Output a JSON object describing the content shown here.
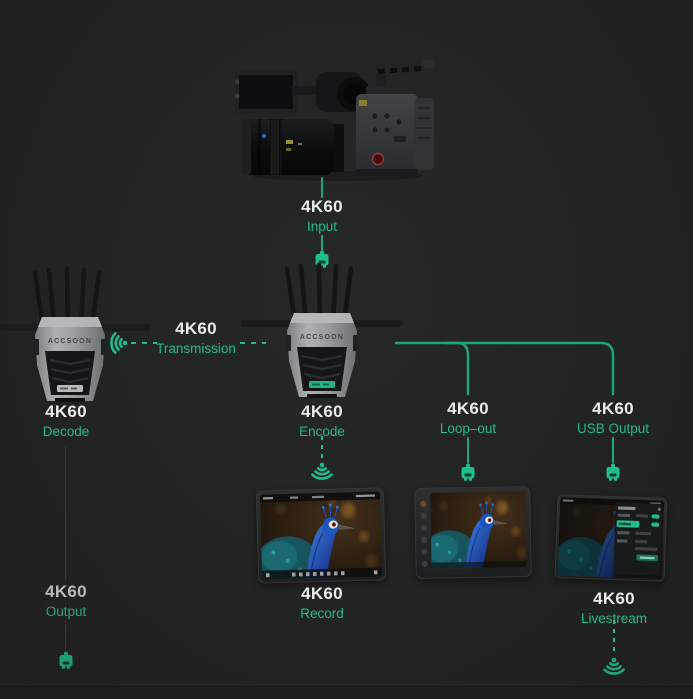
{
  "colors": {
    "background": "#222323",
    "accent_green": "#1dbd8c",
    "line_green": "#18a87d",
    "value_text": "#eaebeb"
  },
  "brand": {
    "device_label": "ACCSOON"
  },
  "nodes": {
    "input": {
      "value": "4K60",
      "label": "Input"
    },
    "transmission": {
      "value": "4K60",
      "label": "Transmission"
    },
    "decode": {
      "value": "4K60",
      "label": "Decode"
    },
    "encode": {
      "value": "4K60",
      "label": "Encode"
    },
    "loop_out": {
      "value": "4K60",
      "label": "Loop–out"
    },
    "usb_output": {
      "value": "4K60",
      "label": "USB Output"
    },
    "record": {
      "value": "4K60",
      "label": "Record"
    },
    "output": {
      "value": "4K60",
      "label": "Output"
    },
    "livestream": {
      "value": "4K60",
      "label": "Livestream"
    }
  },
  "icons": {
    "wifi_icon": "wireless signal waves (📶)",
    "connector_icon": "AV plug connector (🔌)"
  }
}
